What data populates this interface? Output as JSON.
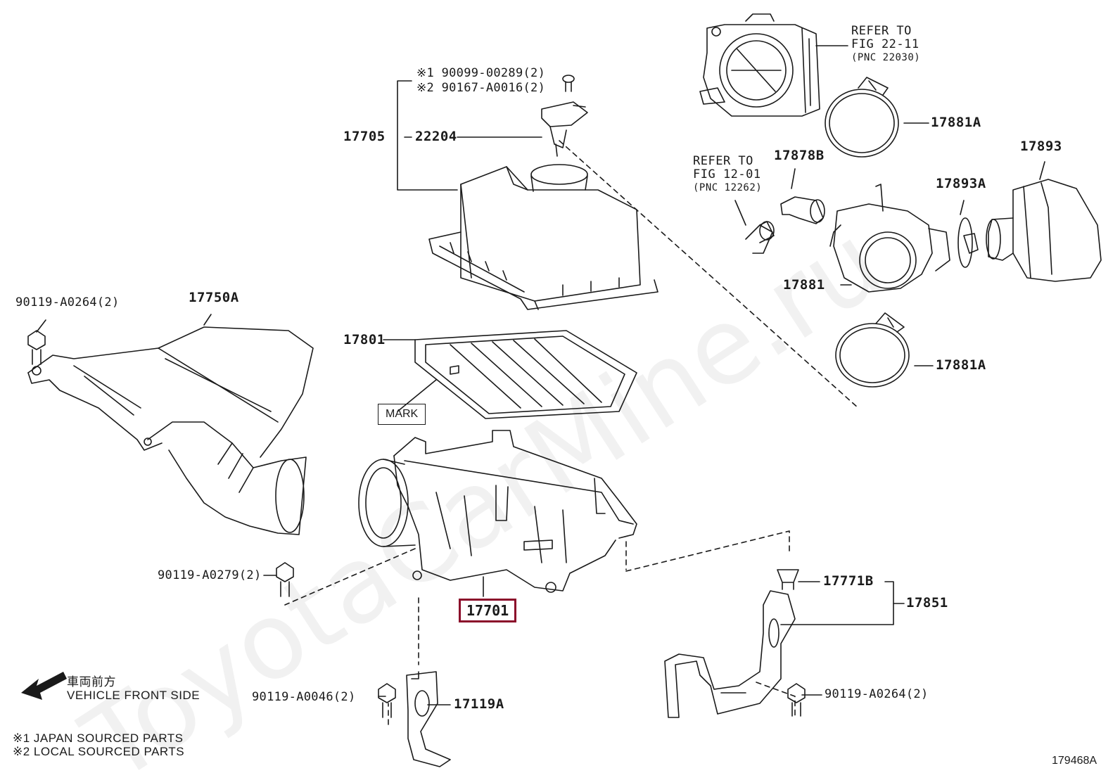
{
  "watermark": "ToyotaCarMine.ru",
  "labels": {
    "p17705": "17705",
    "p22204": "22204",
    "p90099": "※1 90099-00289(2)",
    "p90167": "※2 90167-A0016(2)",
    "p17801": "17801",
    "p17750A": "17750A",
    "p90119_0264_left": "90119-A0264(2)",
    "p90119_0279": "90119-A0279(2)",
    "p17701": "17701",
    "p90119_0046": "90119-A0046(2)",
    "p17119A": "17119A",
    "p17771B": "17771B",
    "p17851": "17851",
    "p90119_0264_right": "90119-A0264(2)",
    "p17881A_top": "17881A",
    "p17881A_bottom": "17881A",
    "p17893": "17893",
    "p17893A": "17893A",
    "p17878B": "17878B",
    "p17881": "17881"
  },
  "refer_throttle": {
    "line1": "REFER TO",
    "line2": "FIG 22-11",
    "line3": "(PNC 22030)"
  },
  "refer_hose": {
    "line1": "REFER TO",
    "line2": "FIG 12-01",
    "line3": "(PNC 12262)"
  },
  "mark_label": "MARK",
  "direction": {
    "jp": "車両前方",
    "en": "VEHICLE FRONT SIDE"
  },
  "legend": {
    "line1": "※1 JAPAN SOURCED PARTS",
    "line2": "※2 LOCAL SOURCED PARTS"
  },
  "figure_id": "179468A",
  "highlight_color": "#8b0a2a"
}
